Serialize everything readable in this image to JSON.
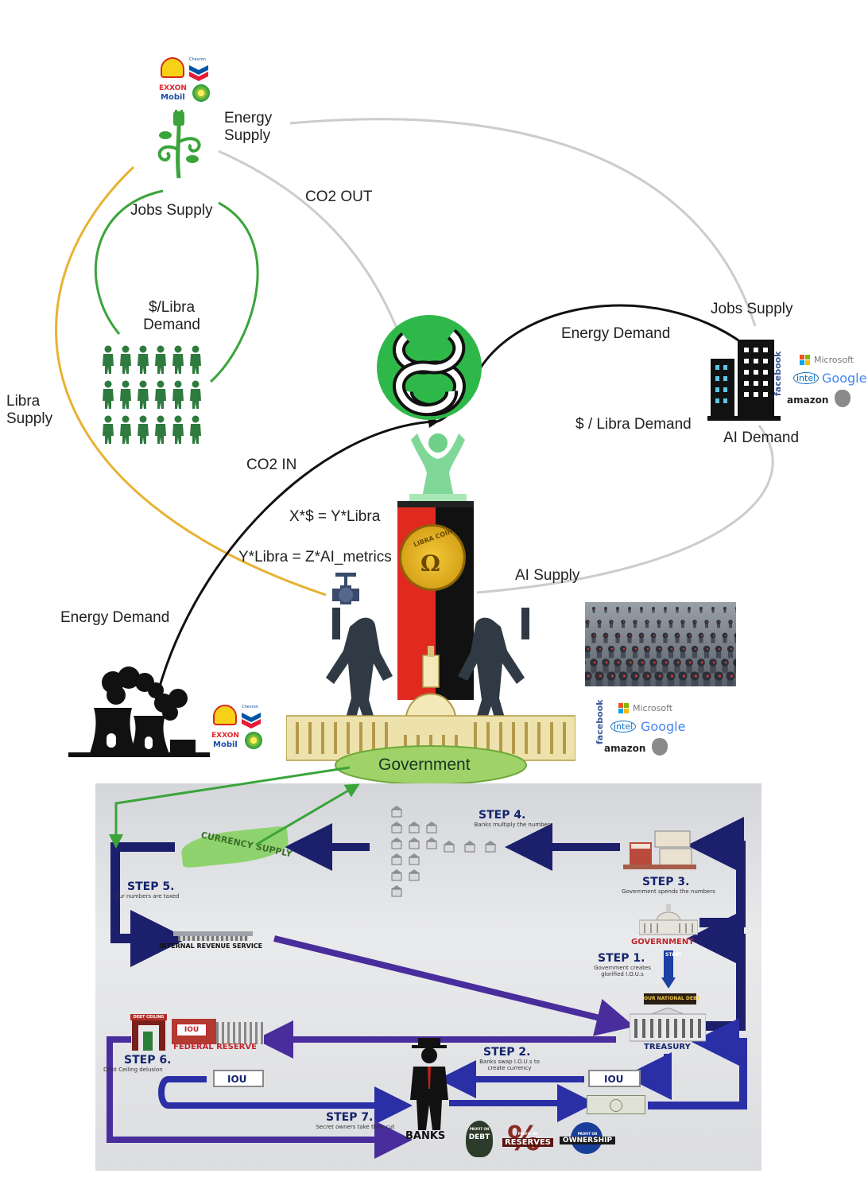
{
  "labels": {
    "energy_supply": "Energy\nSupply",
    "co2_out": "CO2 OUT",
    "jobs_supply_left": "Jobs Supply",
    "libra_demand_left": "$/Libra\nDemand",
    "libra_supply": "Libra\nSupply",
    "energy_demand_right": "Energy Demand",
    "jobs_supply_right": "Jobs Supply",
    "libra_demand_right": "$ / Libra Demand",
    "ai_demand": "AI Demand",
    "co2_in": "CO2 IN",
    "equation_1": "X*$ = Y*Libra",
    "equation_2": "Y*Libra = Z*AI_metrics",
    "ai_supply": "AI Supply",
    "energy_demand_left": "Energy Demand",
    "government": "Government"
  },
  "brands": {
    "oil_top": [
      "Chevron",
      "EXXON",
      "Mobil"
    ],
    "oil_bottom": [
      "Chevron",
      "EXXON",
      "Mobil"
    ],
    "tech_right": [
      "facebook",
      "Microsoft",
      "intel",
      "Google",
      "amazon"
    ],
    "tech_bottom": [
      "facebook",
      "Microsoft",
      "intel",
      "Google",
      "amazon"
    ],
    "libra_coin": "LIBRA COIN"
  },
  "flow": {
    "currency_supply": "CURRENCY SUPPLY",
    "step4": "STEP 4.",
    "step4_sub": "Banks multiply the numbers",
    "step5": "STEP 5.",
    "step5_sub": "Our numbers are taxed",
    "step3": "STEP 3.",
    "step3_sub": "Government spends the numbers",
    "irs": "INTERNAL REVENUE SERVICE",
    "government": "GOVERNMENT",
    "step1": "STEP 1.",
    "step1_sub": "Government creates glorified I.O.U.s",
    "start": "START",
    "national_debt": "OUR NATIONAL DEBT",
    "treasury": "TREASURY",
    "debt_ceiling": "DEBT CEILING",
    "iou": "IOU",
    "federal_reserve": "FEDERAL RESERVE",
    "step6": "STEP 6.",
    "step6_sub": "Debt Ceiling delusion",
    "step2": "STEP 2.",
    "step2_sub": "Banks swap I.O.U.s to create currency",
    "step7": "STEP 7.",
    "step7_sub": "Secret owners take their cut",
    "banks": "BANKS",
    "profit_on": "PROFIT ON",
    "debt": "DEBT",
    "reserves": "RESERVES",
    "ownership": "OWNERSHIP"
  },
  "colors": {
    "green_line": "#3aa43a",
    "yellow_line": "#e8b233",
    "gray_line": "#cccccc",
    "black_line": "#111111",
    "libra_green": "#2fb84a",
    "navy_arrow": "#1c1f6b",
    "purple_arrow": "#4a2d9c"
  }
}
